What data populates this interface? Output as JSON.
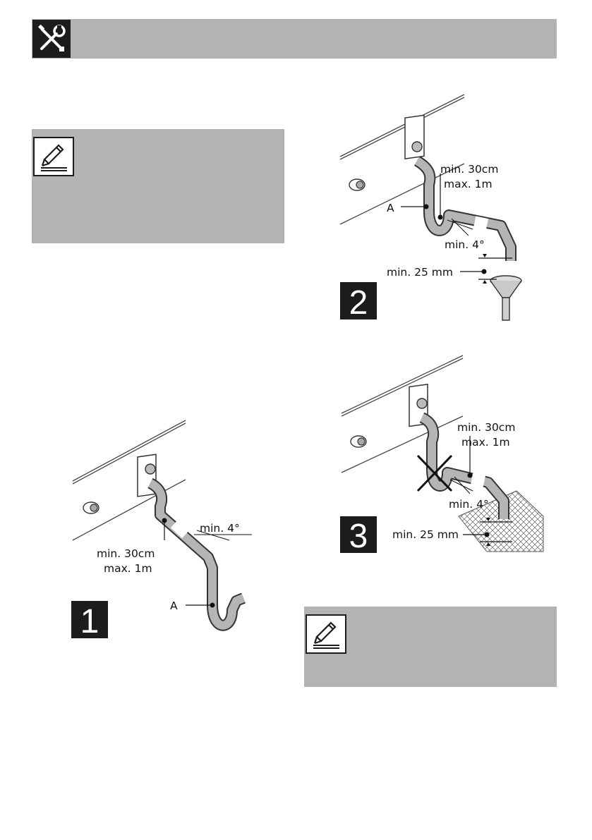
{
  "header": {
    "icon": "tools-icon"
  },
  "notes": [
    {
      "icon": "pencil-note-icon"
    },
    {
      "icon": "pencil-note-icon"
    }
  ],
  "figures": [
    {
      "number": "1",
      "labels": {
        "hose": "A",
        "length_min": "min. 30cm",
        "length_max": "max. 1m",
        "angle": "min. 4°"
      }
    },
    {
      "number": "2",
      "labels": {
        "hose": "A",
        "length_min": "min. 30cm",
        "length_max": "max. 1m",
        "angle": "min. 4°",
        "gap": "min. 25 mm"
      }
    },
    {
      "number": "3",
      "labels": {
        "length_min": "min. 30cm",
        "length_max": "max. 1m",
        "angle": "min. 4°",
        "gap": "min. 25 mm"
      }
    }
  ]
}
